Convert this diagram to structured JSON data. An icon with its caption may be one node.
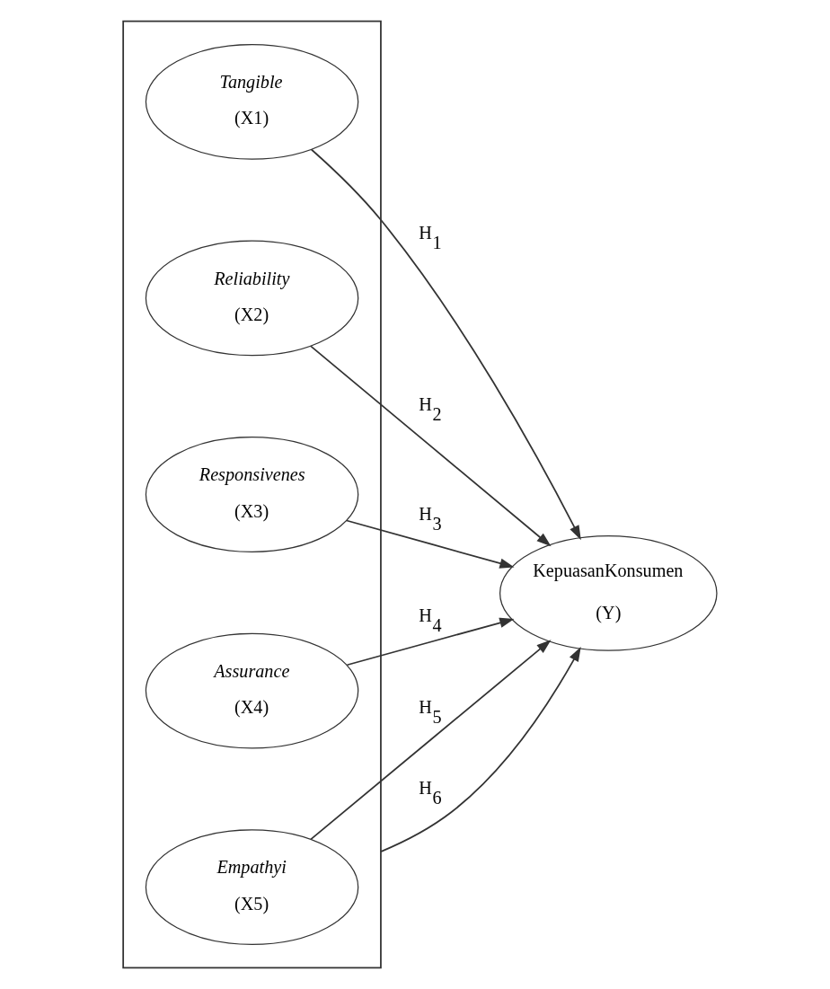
{
  "diagram": {
    "nodes": [
      {
        "text": [],
        "shape": "box"
      },
      {
        "text": [
          "Tangible",
          "(X1)"
        ],
        "in": 0
      },
      {
        "text": [
          "Reliability",
          "(X2)"
        ],
        "in": 0
      },
      {
        "text": [
          "Responsivenes",
          "(X3)"
        ],
        "in": 0
      },
      {
        "text": [
          "Assurance",
          "(X4)"
        ],
        "in": 0
      },
      {
        "text": [
          "Empathyi",
          "(X5)"
        ],
        "in": 0
      },
      {
        "text": [
          "KepuasanKonsumen",
          "(Y)"
        ]
      }
    ],
    "edges": [
      {
        "from": 1,
        "to": 6,
        "arrow": "to",
        "label": "H$_{1}$"
      },
      {
        "from": 2,
        "to": 6,
        "arrow": "to",
        "label": "H$_{2}$"
      },
      {
        "from": 3,
        "to": 6,
        "arrow": "to",
        "label": "H$_{3}$"
      },
      {
        "from": 4,
        "to": 6,
        "arrow": "to",
        "label": "H$_{4}$"
      },
      {
        "from": 5,
        "to": 6,
        "arrow": "to",
        "label": "H$_{5}$"
      },
      {
        "from": 0,
        "to": 6,
        "arrow": "to",
        "label": "H$_{6}$"
      }
    ]
  }
}
